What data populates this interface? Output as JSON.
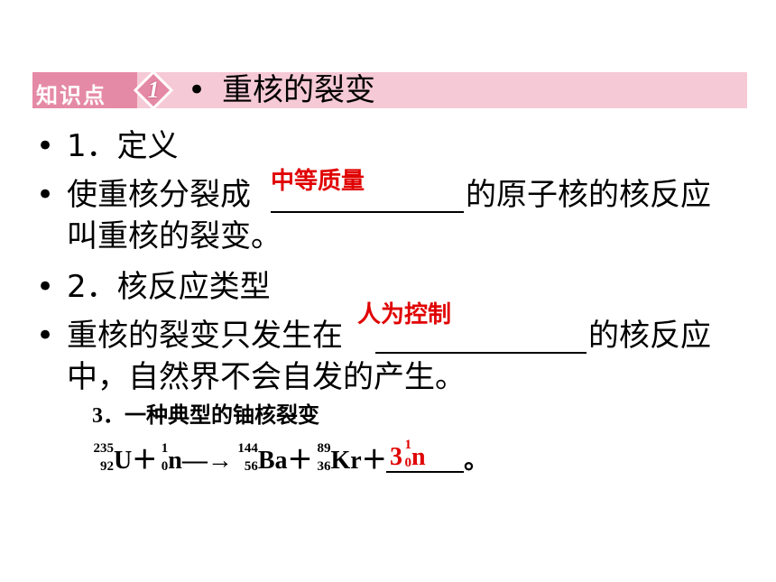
{
  "section": {
    "tag_label": "知识点",
    "number": "1",
    "bullet": "•",
    "title": "重核的裂变"
  },
  "items": [
    {
      "text": "1．定义"
    },
    {
      "text_line1_before": "使重核分裂成",
      "answer": "中等质量",
      "text_line1_after": "的原子核的核反应",
      "text_line2": "叫重核的裂变。"
    },
    {
      "text": "2．核反应类型"
    },
    {
      "text_line1_before": "重核的裂变只发生在",
      "answer": "人为控制",
      "text_line1_after": "的核反应",
      "text_line2": "中，自然界不会自发的产生。"
    }
  ],
  "example": {
    "heading": "3．一种典型的铀核裂变",
    "U": {
      "mass": "235",
      "charge": "92",
      "symbol": "U"
    },
    "n": {
      "mass": "1",
      "charge": "0",
      "symbol": "n"
    },
    "Ba": {
      "mass": "144",
      "charge": "56",
      "symbol": "Ba"
    },
    "Kr": {
      "mass": "89",
      "charge": "36",
      "symbol": "Kr"
    },
    "plus": "＋",
    "arrow": "—→",
    "answer": {
      "coef": "3",
      "mass": "1",
      "charge": "0",
      "symbol": "n"
    },
    "end": "。"
  }
}
